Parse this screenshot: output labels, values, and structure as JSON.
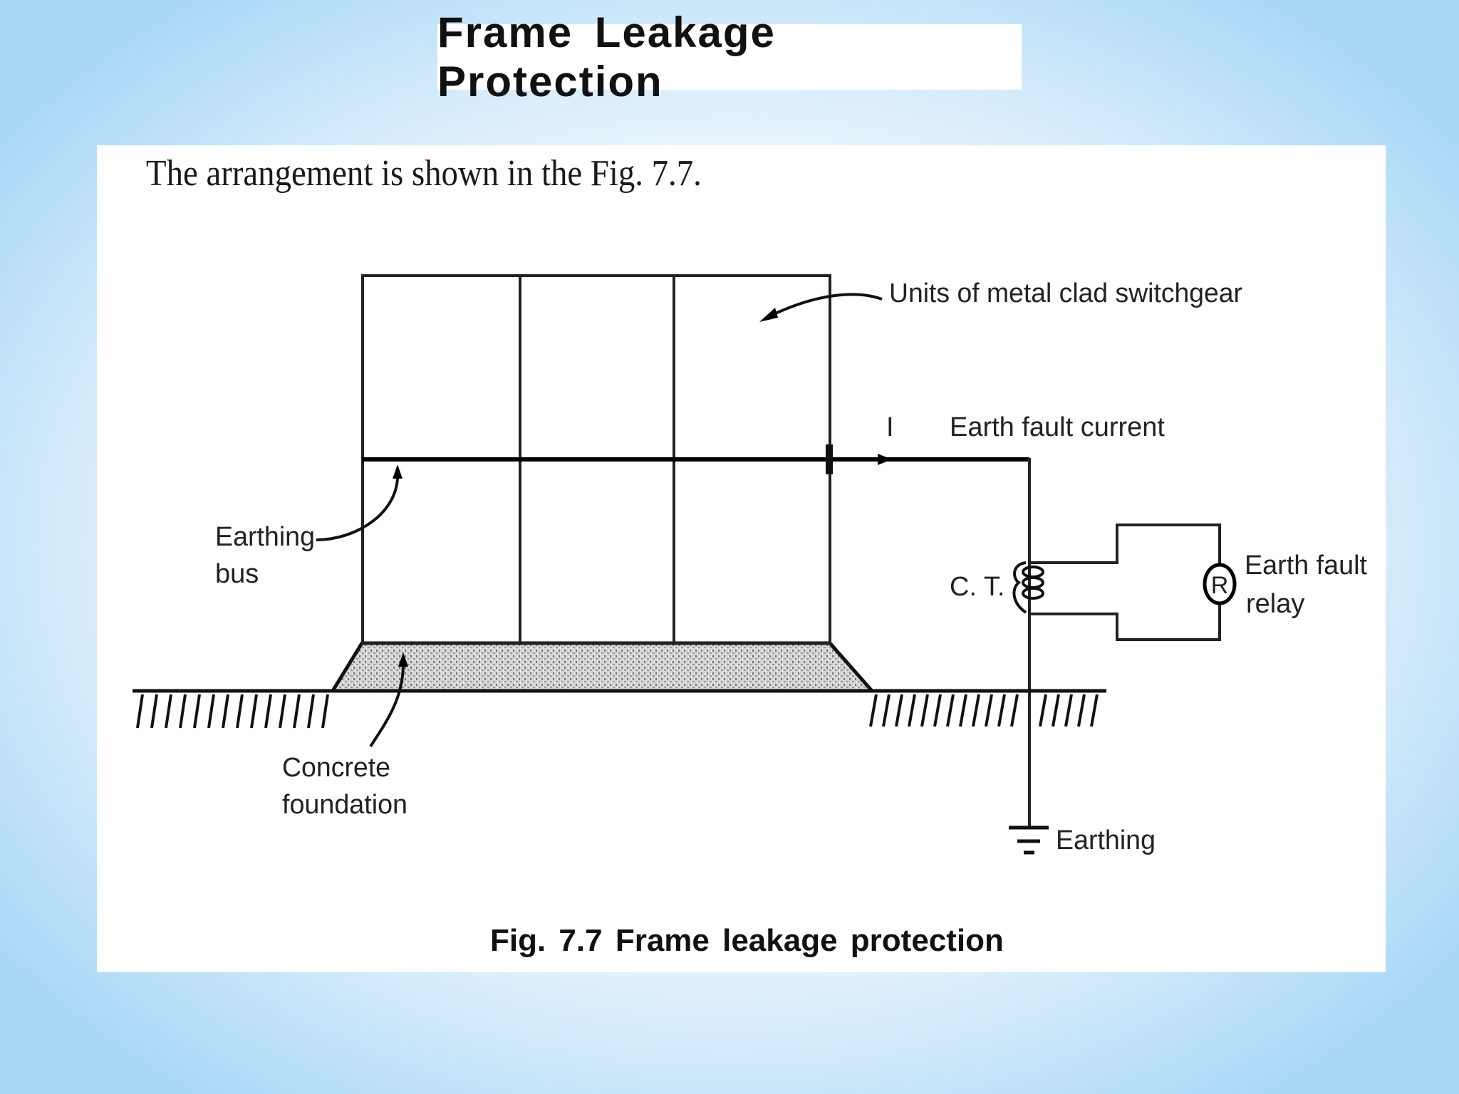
{
  "slide": {
    "title": "Frame Leakage Protection",
    "intro_text": "The arrangement is shown in the Fig. 7.7.",
    "caption": "Fig. 7.7 Frame leakage protection"
  },
  "diagram": {
    "labels": {
      "switchgear_units": "Units of metal clad switchgear",
      "current_symbol": "I",
      "earth_fault_current": "Earth fault current",
      "earthing_bus_line1": "Earthing",
      "earthing_bus_line2": "bus",
      "ct": "C. T.",
      "relay_symbol": "R",
      "relay_line1": "Earth fault",
      "relay_line2": "relay",
      "concrete_line1": "Concrete",
      "concrete_line2": "foundation",
      "earthing": "Earthing"
    },
    "switchgear_unit_count": 3,
    "icons": [
      "ground-symbol-icon",
      "current-transformer-icon",
      "relay-icon",
      "arrow-icon"
    ]
  },
  "colors": {
    "background_edge": "#a9d8f7",
    "background_center": "#ffffff",
    "panel": "#ffffff",
    "ink": "#111111",
    "concrete_fill": "#c8c8c8"
  }
}
